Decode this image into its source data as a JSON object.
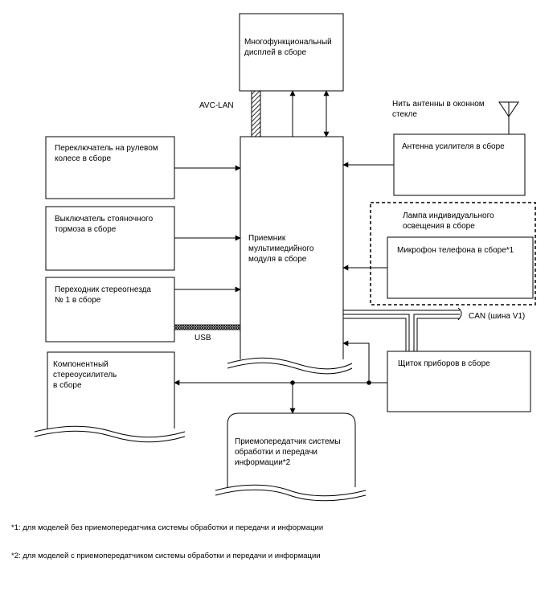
{
  "blocks": {
    "display": [
      "Многофункциональный",
      "дисплей в сборе"
    ],
    "steering_switch": [
      "Переключатель на рулевом",
      "колесе в сборе"
    ],
    "parking_brake": [
      "Выключатель стояночного",
      "тормоза в сборе"
    ],
    "stereo_jack": [
      "Переходник стереогнезда",
      "№ 1 в сборе"
    ],
    "receiver": [
      "Приемник",
      "мультимедийного",
      "модуля в сборе"
    ],
    "antenna_amp": [
      "Антенна усилителя в сборе"
    ],
    "antenna_wire": [
      "Нить антенны в оконном",
      "стекле"
    ],
    "lamp_group": [
      "Лампа индивидуального",
      "освещения в сборе"
    ],
    "microphone": [
      "Микрофон телефона в сборе*1"
    ],
    "instrument_panel": [
      "Щиток приборов в сборе"
    ],
    "stereo_amp": [
      "Компонентный",
      "стереоусилитель",
      "в сборе"
    ],
    "transceiver": [
      "Приемопередатчик системы",
      "обработки и передачи",
      "информации*2"
    ]
  },
  "bus_labels": {
    "avc_lan": "AVC-LAN",
    "usb": "USB",
    "can": "CAN (шина V1)"
  },
  "footnotes": {
    "note1": "*1: для моделей без приемопередатчика системы обработки и передачи и информации",
    "note2": "*2: для моделей с приемопередатчиком системы обработки и передачи и информации"
  }
}
